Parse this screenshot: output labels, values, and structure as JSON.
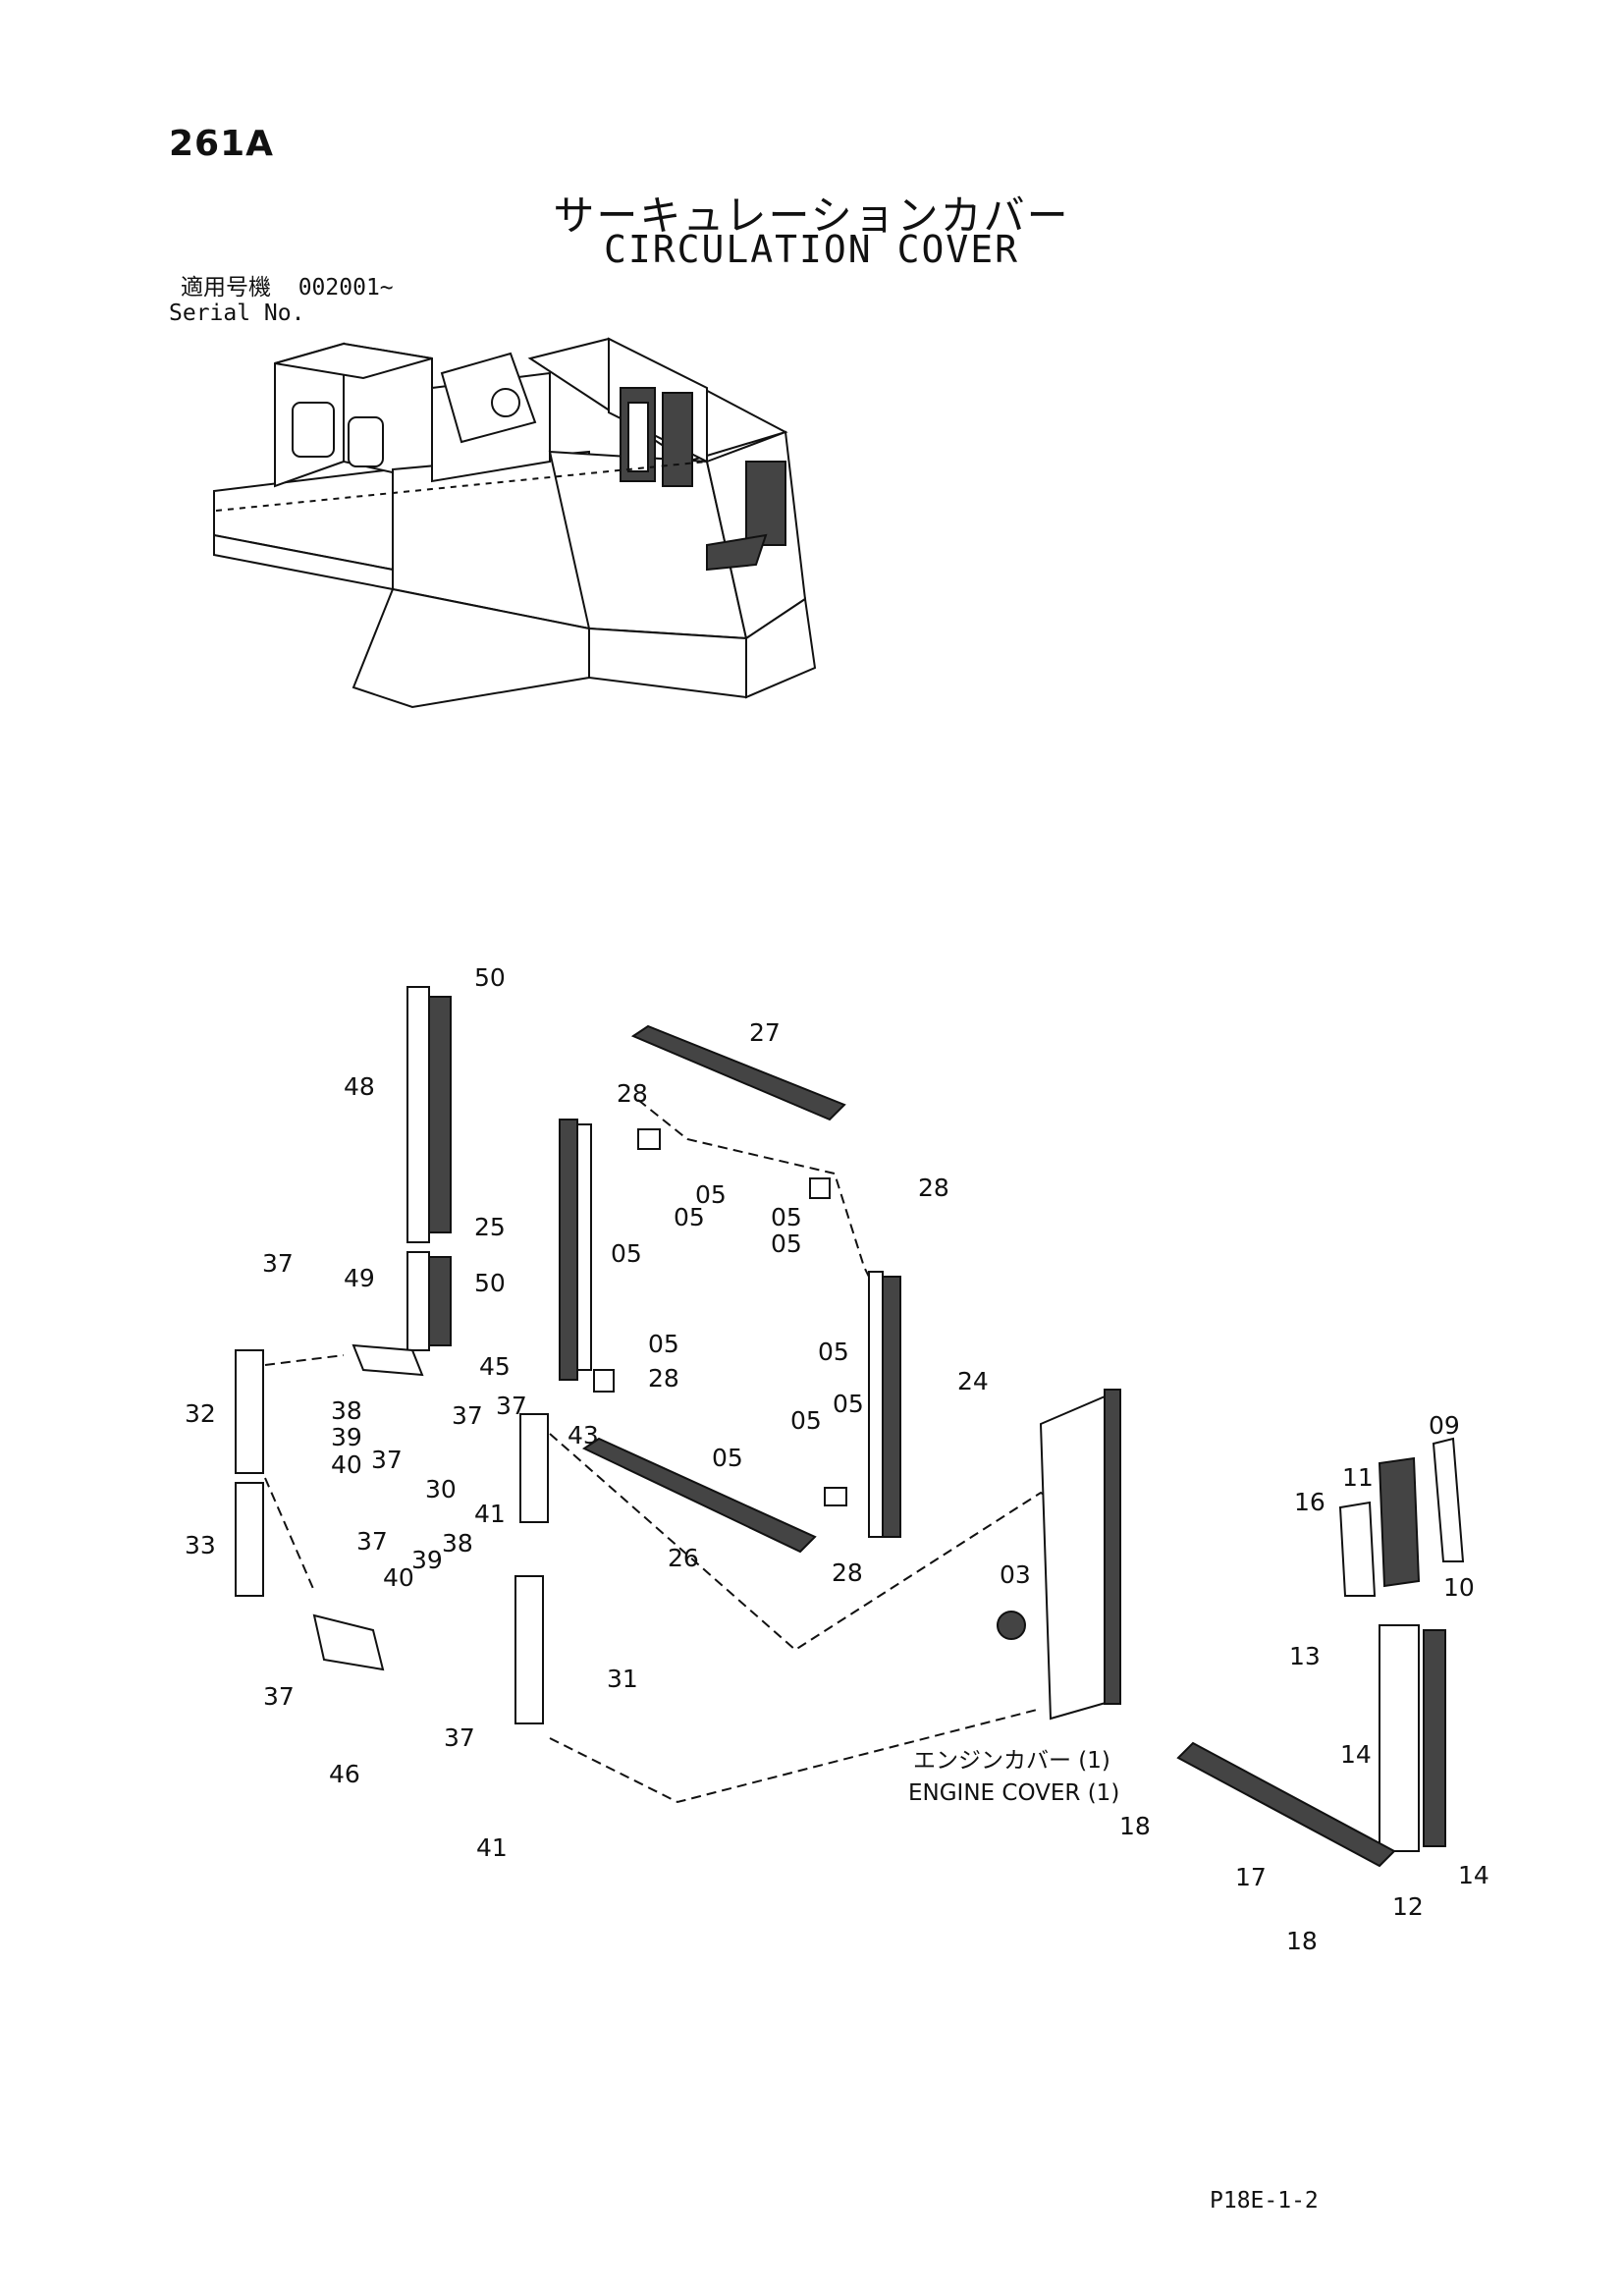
{
  "page_code": "261A",
  "title_ja": "サーキュレーションカバー",
  "title_en": "CIRCULATION COVER",
  "serial": {
    "label_ja": "適用号機",
    "value": "002001~",
    "label_en": "Serial No."
  },
  "engine_cover": {
    "ja": "エンジンカバー (1)",
    "en": "ENGINE COVER (1)"
  },
  "footer_code": "P18E-1-2",
  "part_labels": [
    "50",
    "48",
    "27",
    "28",
    "05",
    "05",
    "28",
    "05",
    "25",
    "05",
    "05",
    "37",
    "49",
    "50",
    "05",
    "28",
    "05",
    "24",
    "45",
    "38",
    "37",
    "37",
    "39",
    "40",
    "32",
    "37",
    "43",
    "05",
    "05",
    "05",
    "30",
    "41",
    "33",
    "26",
    "28",
    "37",
    "40",
    "39",
    "38",
    "03",
    "31",
    "37",
    "37",
    "46",
    "41",
    "09",
    "11",
    "16",
    "10",
    "13",
    "14",
    "18",
    "17",
    "18",
    "12",
    "14"
  ]
}
